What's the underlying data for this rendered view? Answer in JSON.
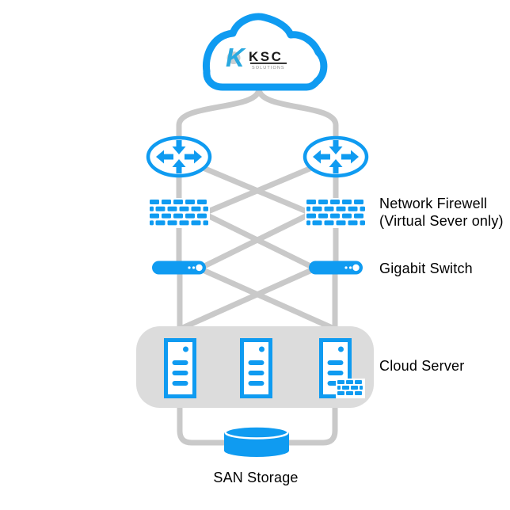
{
  "colors": {
    "accent": "#0f9bf1",
    "connector": "#c9c9c9",
    "server_box": "#dcdcdc",
    "label_text": "#000000",
    "logo_text": "#1a1a1a",
    "logo_k": "#2aa9e0"
  },
  "logo": {
    "k": "K",
    "name": "KSC",
    "tagline": "SOLUTIONS"
  },
  "labels": {
    "firewall_line1": "Network Firewell",
    "firewall_line2": "(Virtual Sever only)",
    "gigabit_switch": "Gigabit Switch",
    "cloud_server": "Cloud Server",
    "san_storage": "SAN Storage"
  }
}
